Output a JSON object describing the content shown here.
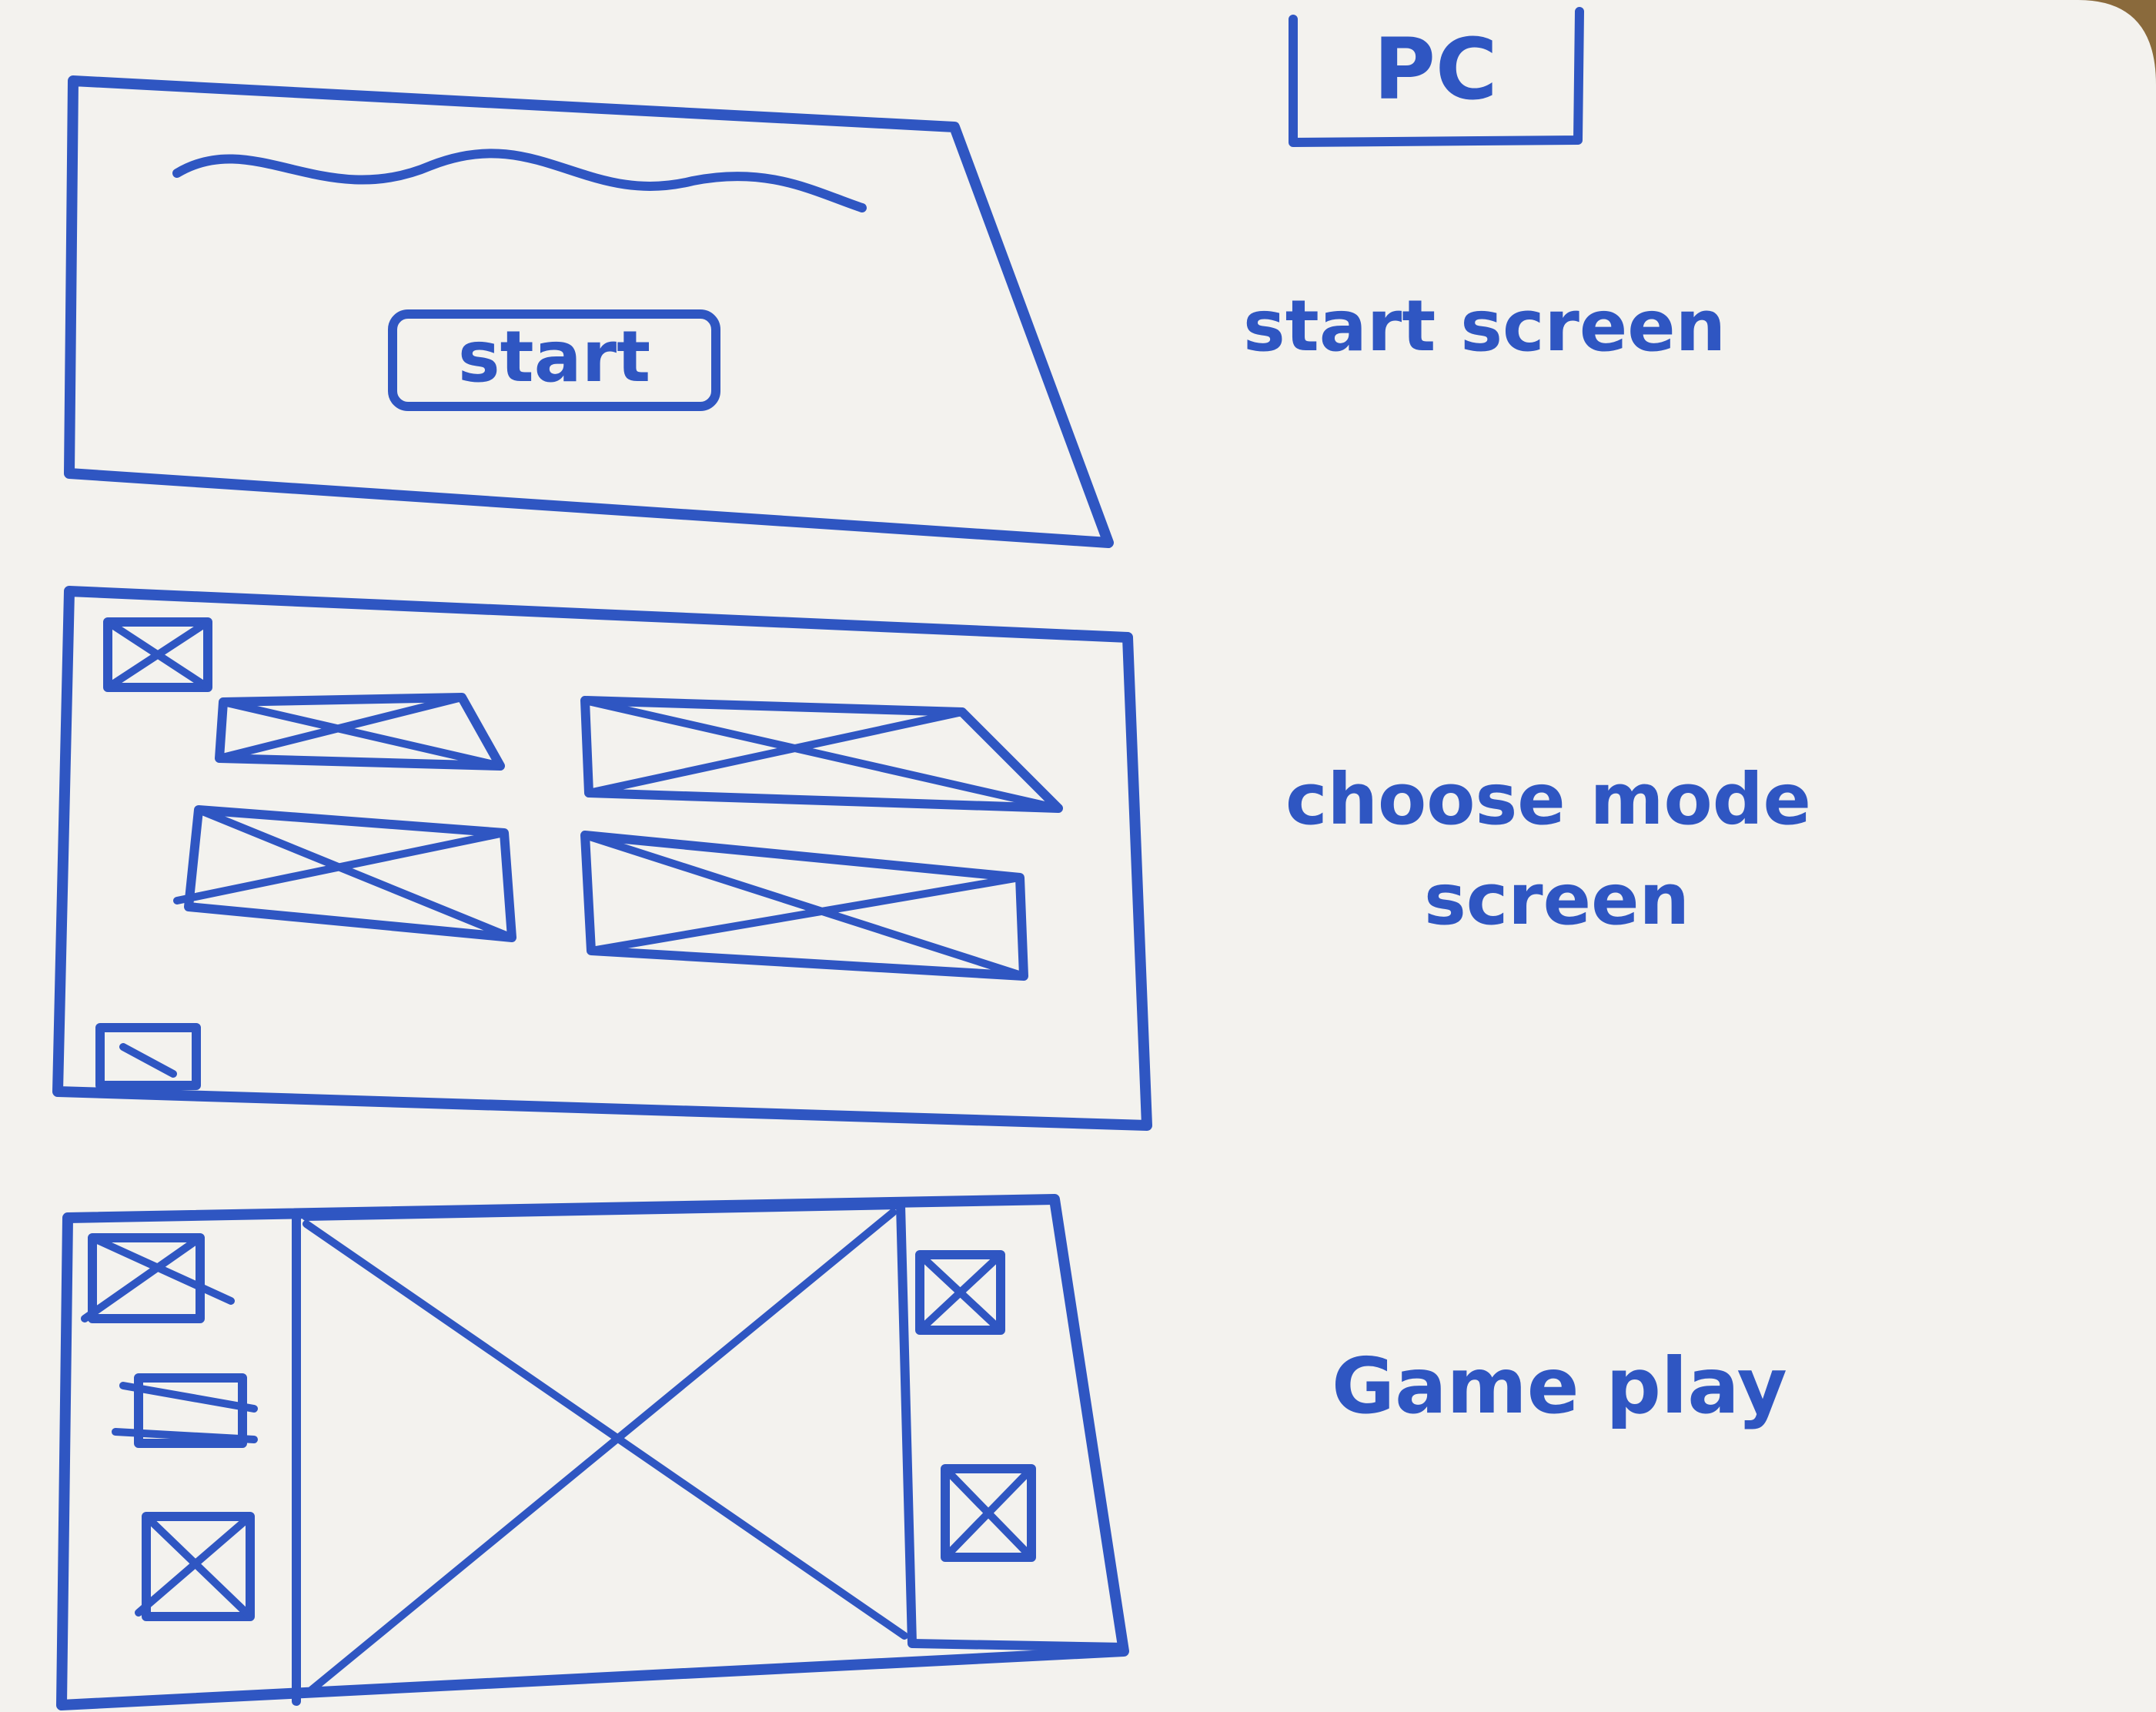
{
  "colors": {
    "background": "#ece9e3",
    "board": "#f3f2ee",
    "marker": "#2f56c2",
    "table": "#8a6a3c"
  },
  "labels": {
    "platform": "PC",
    "start_button": "start",
    "start_screen": "start screen",
    "choose_mode_line1": "choose mode",
    "choose_mode_line2": "screen",
    "game_play": "Game play"
  }
}
